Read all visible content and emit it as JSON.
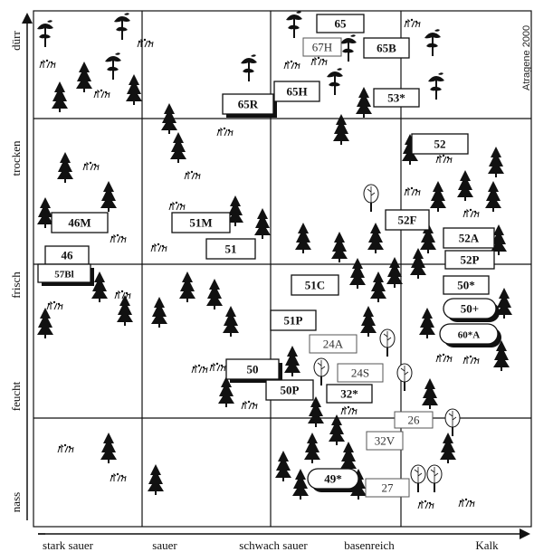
{
  "credit": "Atragene 2000",
  "y_axis_labels": [
    "dürr",
    "trocken",
    "frisch",
    "feucht",
    "nass"
  ],
  "x_axis_labels": [
    "stark sauer",
    "sauer",
    "schwach sauer",
    "basenreich",
    "Kalk"
  ],
  "units": [
    {
      "label": "65",
      "style": "plain"
    },
    {
      "label": "67H",
      "style": "light"
    },
    {
      "label": "65B",
      "style": "plain"
    },
    {
      "label": "65R",
      "style": "shadow"
    },
    {
      "label": "65H",
      "style": "plain"
    },
    {
      "label": "53*",
      "style": "plain"
    },
    {
      "label": "52",
      "style": "plain"
    },
    {
      "label": "46M",
      "style": "plain"
    },
    {
      "label": "51M",
      "style": "plain"
    },
    {
      "label": "52F",
      "style": "plain"
    },
    {
      "label": "51",
      "style": "plain"
    },
    {
      "label": "52A",
      "style": "plain"
    },
    {
      "label": "46",
      "style": "plain"
    },
    {
      "label": "57Bl",
      "style": "shadow"
    },
    {
      "label": "52P",
      "style": "plain"
    },
    {
      "label": "51C",
      "style": "plain"
    },
    {
      "label": "50*",
      "style": "plain"
    },
    {
      "label": "50+",
      "style": "pill"
    },
    {
      "label": "51P",
      "style": "plain"
    },
    {
      "label": "60*A",
      "style": "pill"
    },
    {
      "label": "24A",
      "style": "light"
    },
    {
      "label": "50",
      "style": "shadow"
    },
    {
      "label": "24S",
      "style": "light"
    },
    {
      "label": "50P",
      "style": "plain"
    },
    {
      "label": "32*",
      "style": "plain"
    },
    {
      "label": "26",
      "style": "light"
    },
    {
      "label": "32V",
      "style": "light"
    },
    {
      "label": "49*",
      "style": "pill"
    },
    {
      "label": "27",
      "style": "light"
    }
  ]
}
